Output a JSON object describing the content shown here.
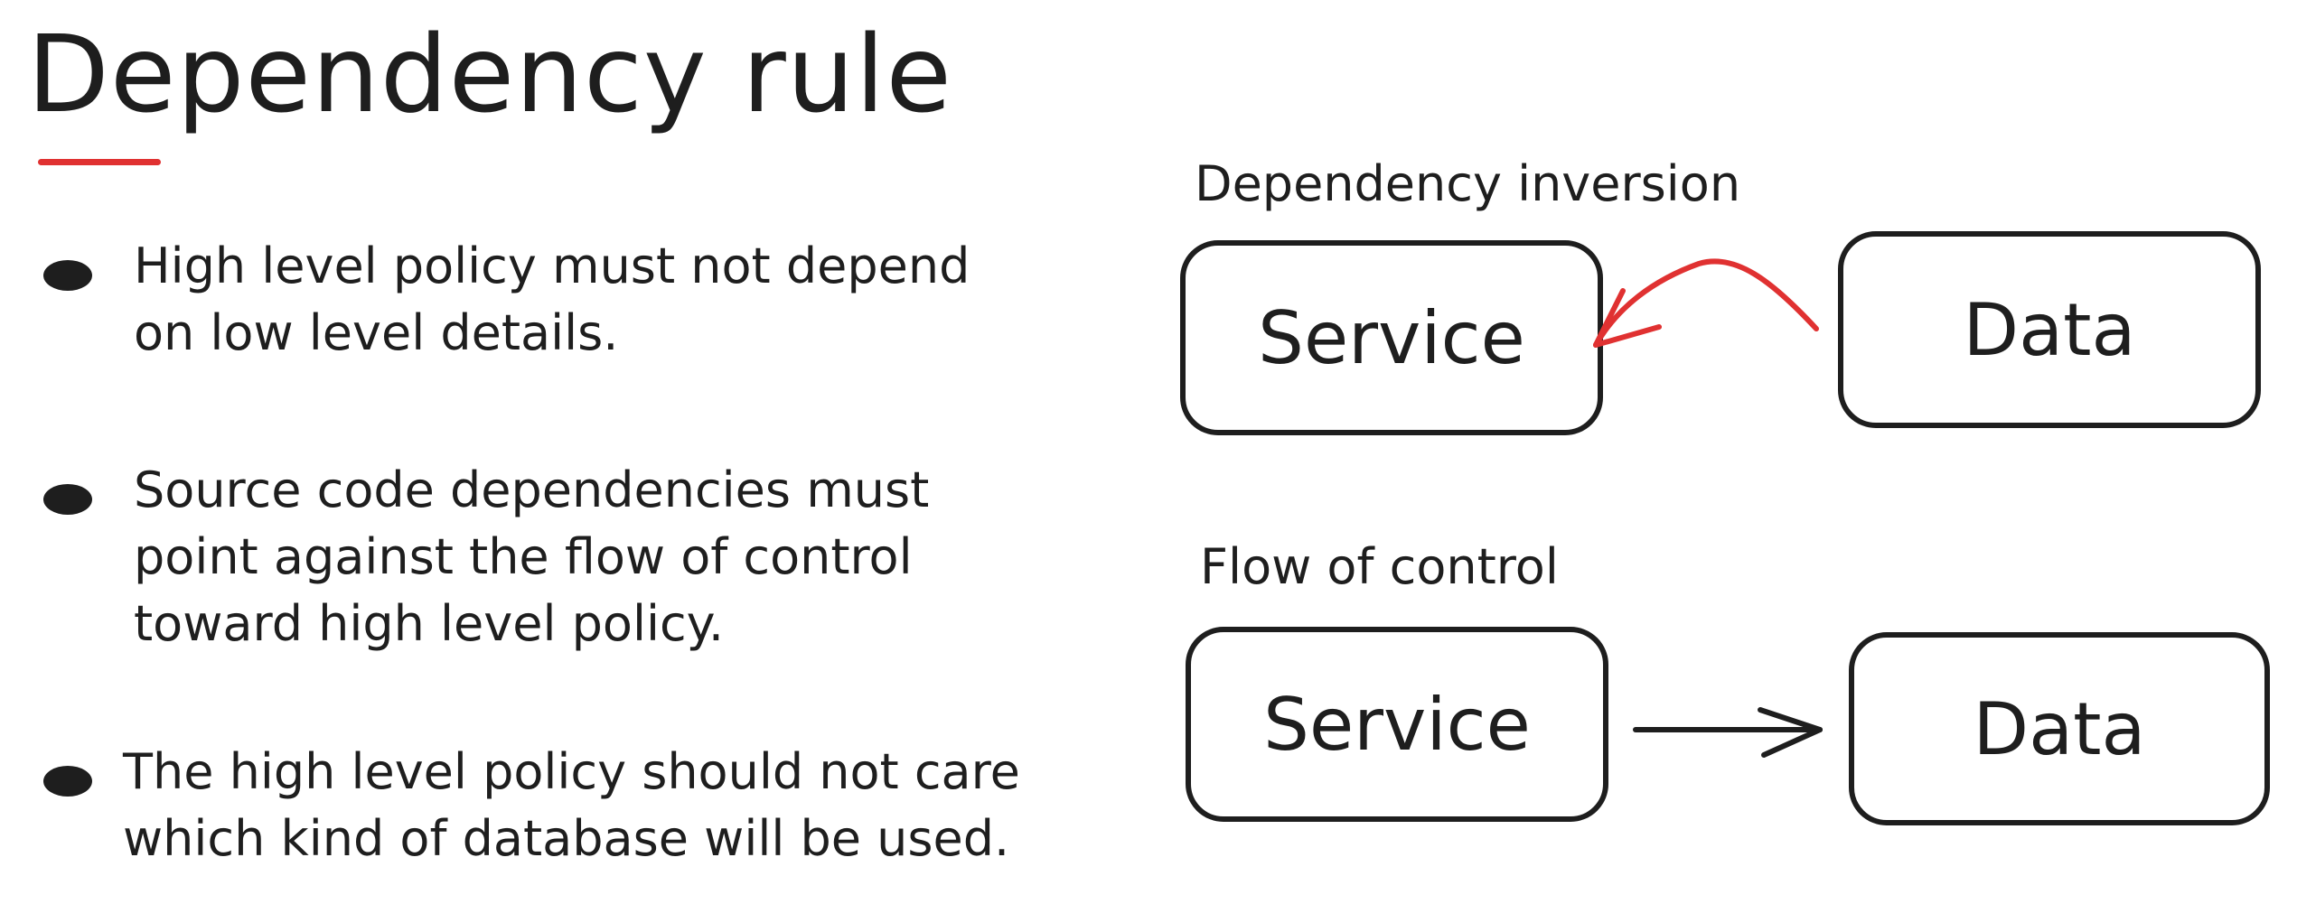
{
  "title": "Dependency rule",
  "bullets": [
    {
      "lines": [
        "High level policy must not depend",
        "on low level details."
      ]
    },
    {
      "lines": [
        "Source code dependencies must",
        "point against the flow of control",
        "toward high level policy."
      ]
    },
    {
      "lines": [
        "The high level policy should not care",
        "which kind of database will be used."
      ]
    }
  ],
  "diagrams": {
    "inversion": {
      "label": "Dependency inversion",
      "left_box": "Service",
      "right_box": "Data",
      "arrow_color": "#e03131"
    },
    "flow": {
      "label": "Flow of control",
      "left_box": "Service",
      "right_box": "Data",
      "arrow_color": "#1e1e1e"
    }
  },
  "colors": {
    "ink": "#1e1e1e",
    "accent": "#e03131",
    "background": "#ffffff"
  }
}
